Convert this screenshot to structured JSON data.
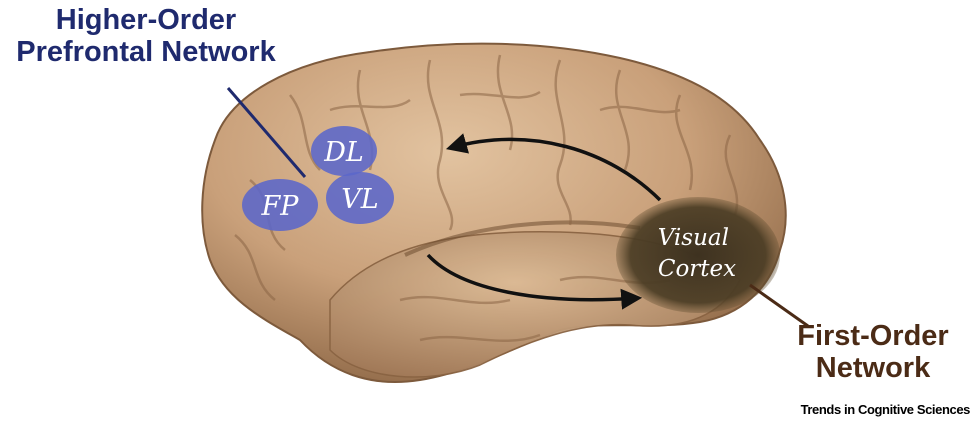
{
  "labels": {
    "higher_order": [
      "Higher-Order",
      "Prefrontal Network"
    ],
    "first_order": [
      "First-Order",
      "Network"
    ],
    "regions": {
      "dl": "DL",
      "vl": "VL",
      "fp": "FP",
      "visual": [
        "Visual",
        "Cortex"
      ]
    }
  },
  "credit": "Trends in Cognitive Sciences",
  "colors": {
    "higher_order_text": "#1f2a6e",
    "first_order_text": "#4b2b16",
    "region_blue": "#5b66c9",
    "visual_cortex": "#4a3c24",
    "brain": "#c9a07a"
  }
}
